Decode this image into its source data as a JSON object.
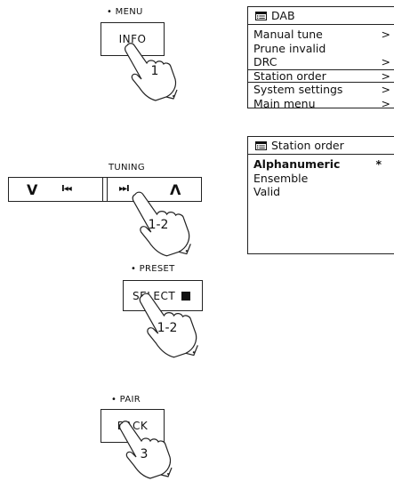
{
  "menu_button": {
    "top_label": "• MENU",
    "button_label": "INFO",
    "step": "1"
  },
  "tuning_button": {
    "top_label": "TUNING",
    "left_glyph": "V",
    "prev_glyph": "I◂◂",
    "next_glyph": "▸▸I",
    "right_glyph": "Λ",
    "step": "1-2"
  },
  "preset_button": {
    "top_label": "• PRESET",
    "button_label": "SELECT",
    "step": "1-2"
  },
  "pair_button": {
    "top_label": "• PAIR",
    "button_label": "BACK",
    "step": "3"
  },
  "display_dab": {
    "title": "DAB",
    "icon": "menu-list-icon",
    "items": [
      {
        "label": "Manual tune",
        "arrow": ">"
      },
      {
        "label": "Prune invalid",
        "arrow": ""
      },
      {
        "label": "DRC",
        "arrow": ">"
      },
      {
        "label": "Station order",
        "arrow": ">"
      },
      {
        "label": "System settings",
        "arrow": ">"
      },
      {
        "label": "Main menu",
        "arrow": ">"
      }
    ],
    "selected_index": 3
  },
  "display_station_order": {
    "title": "Station order",
    "icon": "menu-list-icon",
    "items": [
      {
        "label": "Alphanumeric",
        "marker": "*"
      },
      {
        "label": "Ensemble",
        "marker": ""
      },
      {
        "label": "Valid",
        "marker": ""
      }
    ],
    "selected_index": 0
  }
}
